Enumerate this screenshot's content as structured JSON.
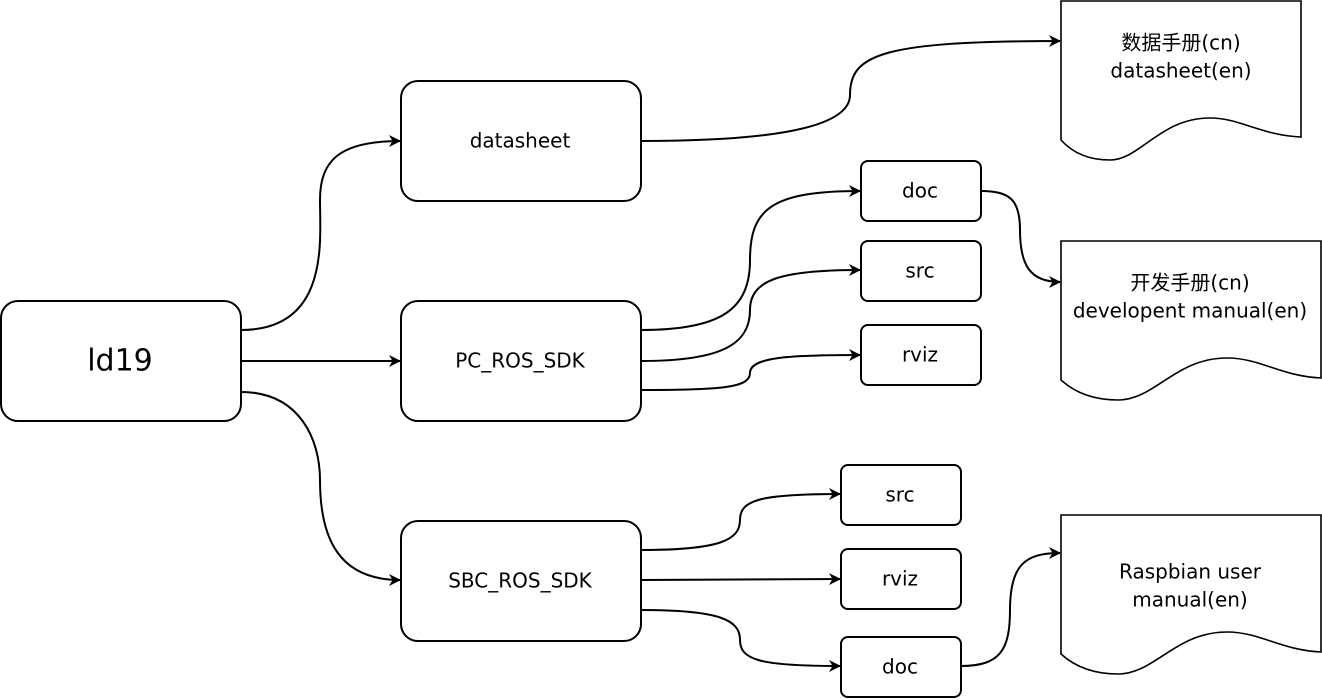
{
  "colors": {
    "line": "#000000",
    "fill": "#ffffff"
  },
  "root": {
    "label": "ld19"
  },
  "branches": {
    "datasheet": {
      "label": "datasheet"
    },
    "pc_ros_sdk": {
      "label": "PC_ROS_SDK",
      "children": [
        "doc",
        "src",
        "rviz"
      ]
    },
    "sbc_ros_sdk": {
      "label": "SBC_ROS_SDK",
      "children": [
        "src",
        "rviz",
        "doc"
      ]
    }
  },
  "documents": {
    "datasheet_doc": {
      "lines": [
        "数据手册(cn)",
        "datasheet(en)"
      ]
    },
    "dev_manual_doc": {
      "lines": [
        "开发手册(cn)",
        "developent manual(en)"
      ]
    },
    "raspbian_doc": {
      "lines": [
        "Raspbian user",
        "manual(en)"
      ]
    }
  }
}
